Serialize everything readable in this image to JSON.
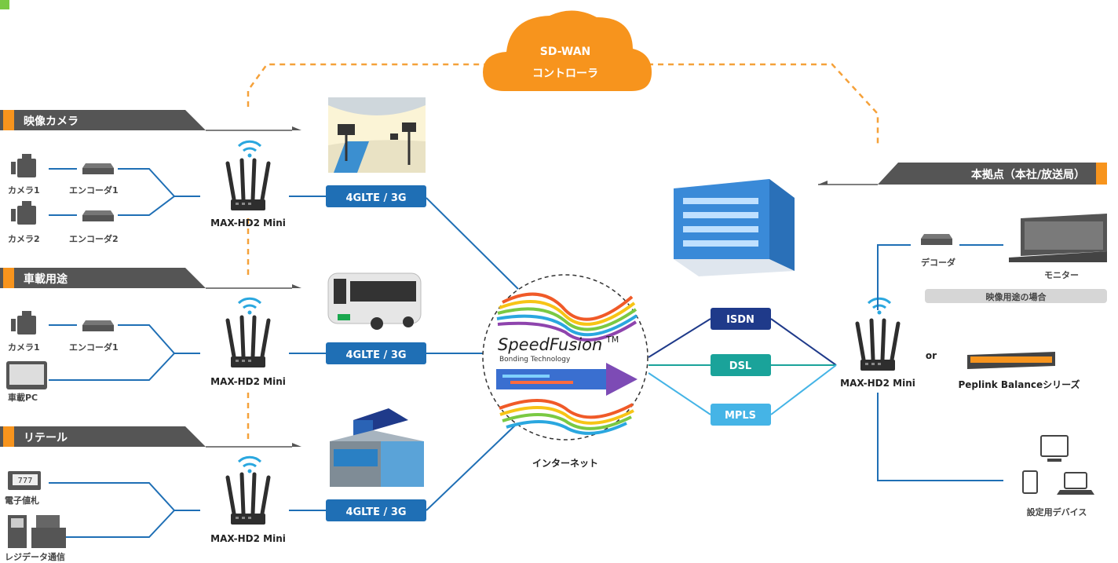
{
  "cloud": {
    "line1": "SD-WAN",
    "line2": "コントローラ"
  },
  "sections": [
    {
      "title": "映像カメラ"
    },
    {
      "title": "車載用途"
    },
    {
      "title": "リテール"
    }
  ],
  "hq": {
    "title": "本拠点（本社/放送局）"
  },
  "devices": {
    "cam1": "カメラ1",
    "enc1": "エンコーダ1",
    "cam2": "カメラ2",
    "enc2": "エンコーダ2",
    "vcam1": "カメラ1",
    "venc1": "エンコーダ1",
    "vpc": "車載PC",
    "tag": "電子値札",
    "tag_value": "777",
    "pos": "レジデータ通信",
    "router": "MAX-HD2 Mini"
  },
  "links": {
    "lte": "4GLTE / 3G",
    "isdn": "ISDN",
    "dsl": "DSL",
    "mpls": "MPLS"
  },
  "speedfusion": {
    "brand": "SpeedFusion",
    "tm": "TM",
    "sub": "Bonding Technology",
    "internet": "インターネット"
  },
  "right": {
    "decoder": "デコーダ",
    "monitor": "モニター",
    "video_case": "映像用途の場合",
    "or": "or",
    "balance": "Peplink Balanceシリーズ",
    "config": "設定用デバイス",
    "router": "MAX-HD2 Mini"
  },
  "colors": {
    "orange": "#f7941d",
    "blue": "#1f6fb5",
    "navy": "#1f3a8a",
    "teal": "#1aa39a",
    "sky": "#45b4e6"
  }
}
